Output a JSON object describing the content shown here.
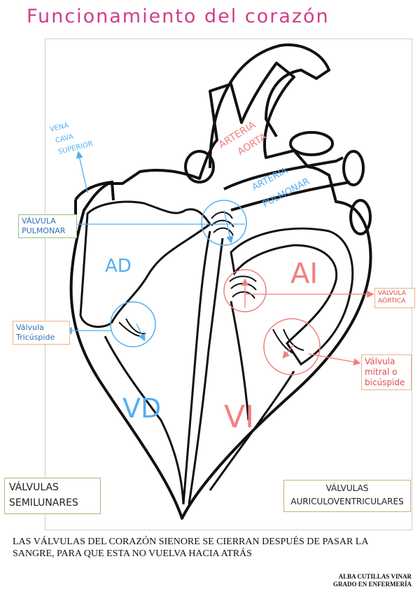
{
  "title": "Funcionamiento del corazón",
  "labels": {
    "vena_cava": [
      "VENA",
      "CAVA",
      "SUPERIOR"
    ],
    "arteria_aorta": [
      "ARTERIA",
      "AORTA"
    ],
    "arteria_pulmonar": [
      "ARTERIA",
      "PULMONAR"
    ],
    "ad": "AD",
    "ai": "AI",
    "vd": "VD",
    "vi": "VI"
  },
  "boxes": {
    "valvula_pulmonar": [
      "VÁLVULA",
      "PULMONAR"
    ],
    "valvula_tricuspide": [
      "Válvula",
      "Tricúspide"
    ],
    "valvula_aortica": [
      "VÁLVULA",
      "AÓRTICA"
    ],
    "valvula_mitral": [
      "Válvula",
      "mitral o",
      "bicúspide"
    ],
    "valvulas_semilunares": [
      "VÁLVULAS",
      "SEMILUNARES"
    ],
    "valvulas_auriculoventriculares": [
      "VÁLVULAS",
      "AURICULOVENTRICULARES"
    ]
  },
  "caption": "LAS VÁLVULAS DEL CORAZÓN SIENORE SE CIERRAN DESPUÉS DE PASAR LA SANGRE, PARA QUE ESTA NO VUELVA HACIA ATRÁS",
  "credits": {
    "author": "ALBA CUTILLAS VINAR",
    "program": "GRADO EN ENFERMERÍA"
  },
  "colors": {
    "title": "#d13d86",
    "right_side": "#55aef0",
    "left_side": "#f08080",
    "outline": "#111111"
  }
}
